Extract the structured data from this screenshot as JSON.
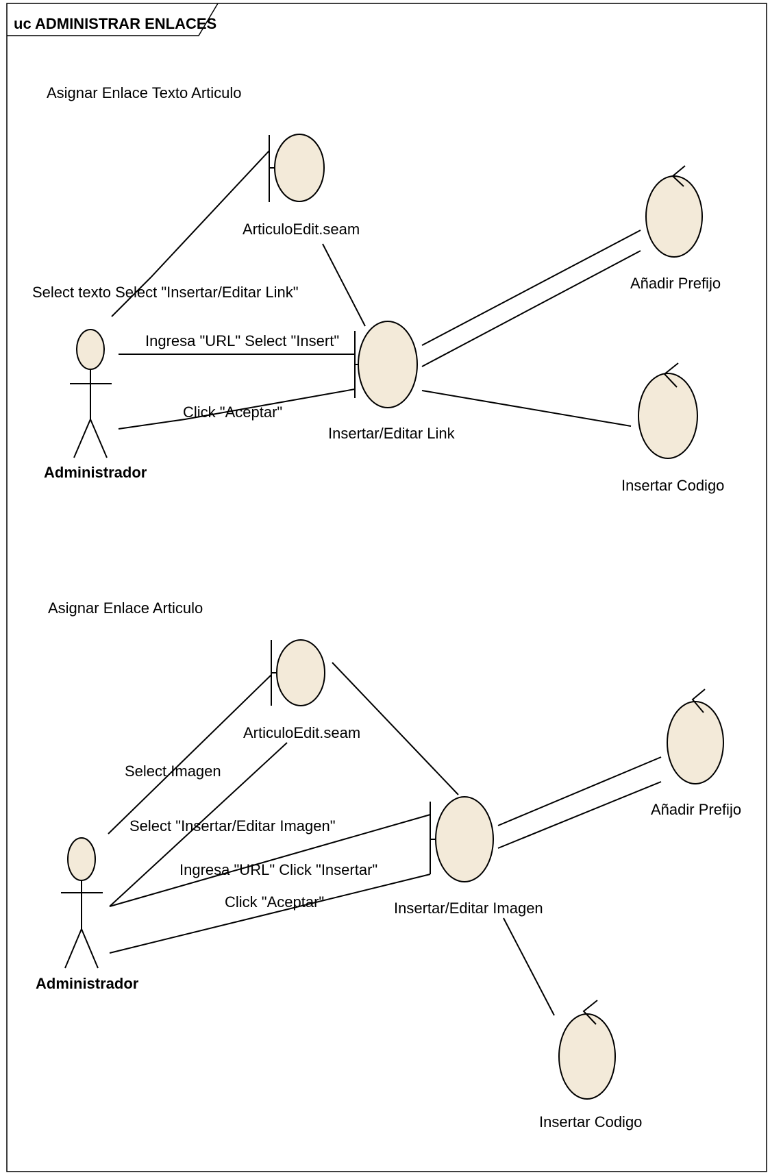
{
  "frame": {
    "title": "uc ADMINISTRAR ENLACES"
  },
  "colors": {
    "object_fill": "#f3ead9",
    "line": "#000000",
    "background": "#ffffff"
  },
  "diagram1": {
    "heading": "Asignar Enlace Texto Articulo",
    "actor": "Administrador",
    "boundary_main": "ArticuloEdit.seam",
    "boundary_link": "Insertar/Editar Link",
    "control_prefijo": "Añadir  Prefijo",
    "control_codigo": "Insertar Codigo",
    "msg_select": "Select texto Select \"Insertar/Editar Link\"",
    "msg_url": "Ingresa \"URL\" Select \"Insert\"",
    "msg_aceptar": "Click \"Aceptar\""
  },
  "diagram2": {
    "heading": "Asignar Enlace Articulo",
    "actor": "Administrador",
    "boundary_main": "ArticuloEdit.seam",
    "boundary_imagen": "Insertar/Editar Imagen",
    "control_prefijo": "Añadir Prefijo",
    "control_codigo": "Insertar Codigo",
    "msg_select_imagen": "Select Imagen",
    "msg_select_insertar": "Select \"Insertar/Editar Imagen\"",
    "msg_url": "Ingresa \"URL\" Click \"Insertar\"",
    "msg_aceptar": "Click \"Aceptar\""
  }
}
